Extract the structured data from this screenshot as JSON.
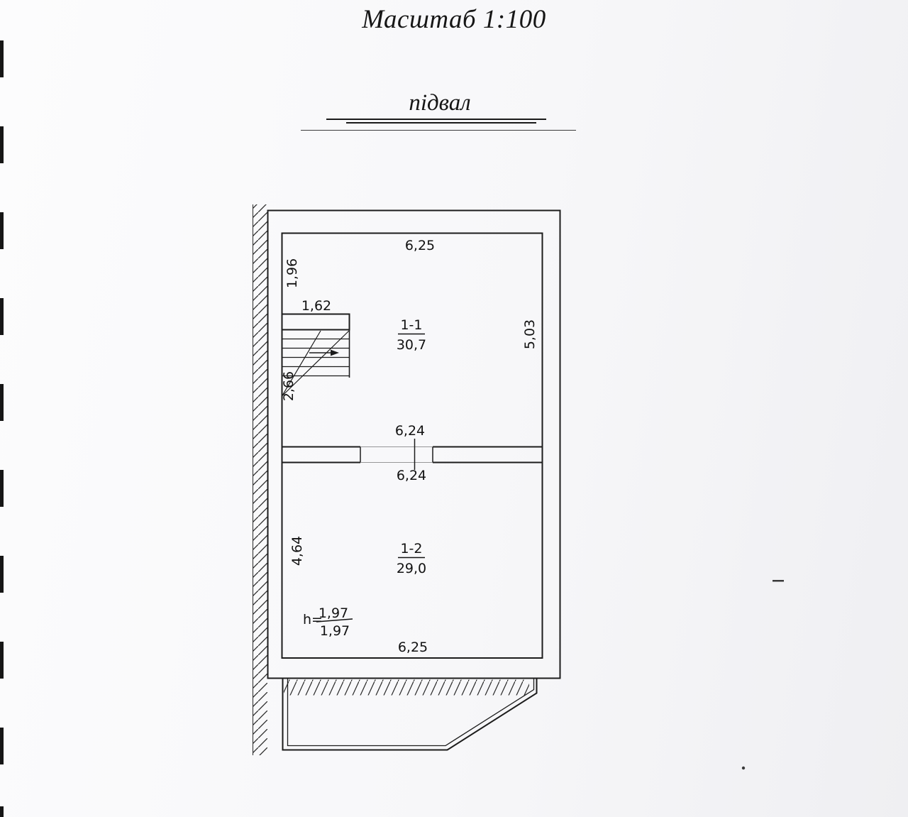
{
  "title": "Масштаб 1:100",
  "subtitle": "підвал",
  "rooms": {
    "room1": {
      "id": "1-1",
      "area": "30,7"
    },
    "room2": {
      "id": "1-2",
      "area": "29,0"
    }
  },
  "dims": {
    "room1_top": "6,25",
    "room1_left_upper": "1,96",
    "stair_width": "1,62",
    "room1_right": "5,03",
    "stair_depth": "2,66",
    "mid_above": "6,24",
    "mid_below": "6,24",
    "room2_left": "4,64",
    "room2_bottom": "6,25",
    "height_prefix": "h=",
    "height_numerator": "1,97",
    "height_denominator": "1,97"
  },
  "colors": {
    "ink": "#1c1c1c",
    "paper": "#f6f6f8"
  }
}
